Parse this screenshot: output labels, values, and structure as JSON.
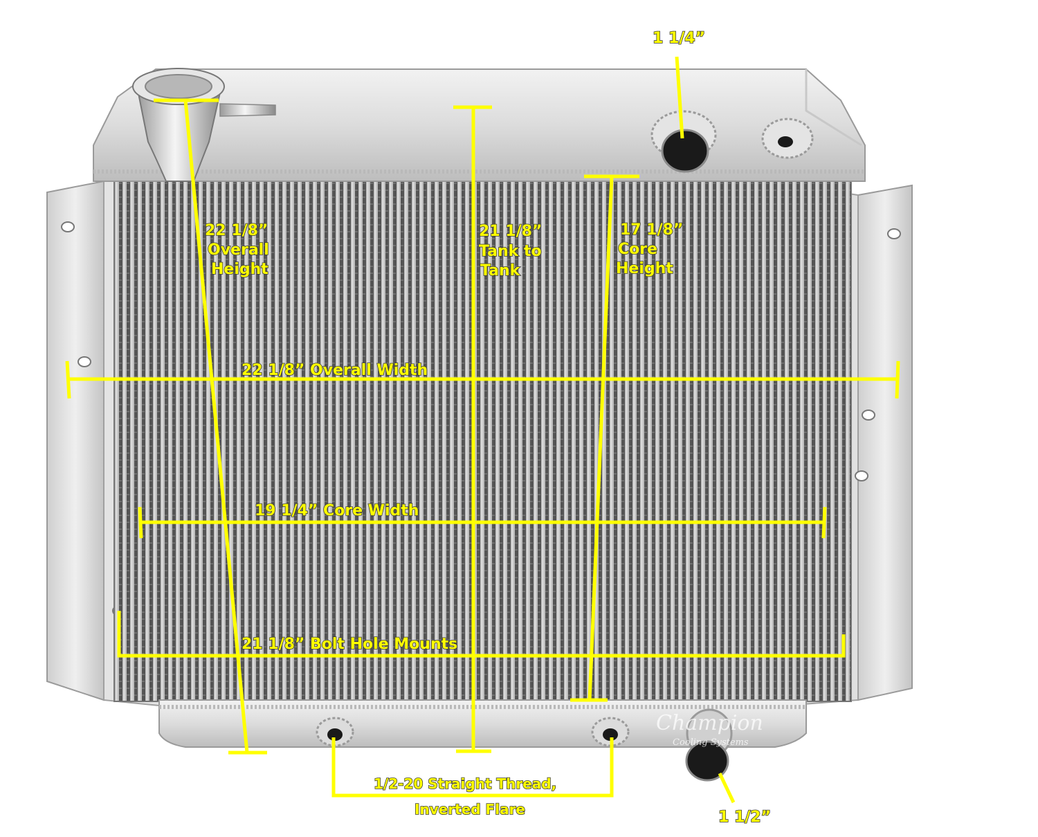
{
  "labels": {
    "upper_hose": "1 1/4”",
    "lower_hose": "1 1/2”",
    "overall_height_value": "22 1/8”",
    "overall_height_l1": "Overall",
    "overall_height_l2": "Height",
    "tank_to_tank_value": "21 1/8”",
    "tank_to_tank_l1": "Tank to",
    "tank_to_tank_l2": "Tank",
    "core_height_value": "17 1/8”",
    "core_height_l1": "Core",
    "core_height_l2": "Height",
    "overall_width": "22 1/8” Overall Width",
    "core_width": "19 1/4” Core Width",
    "bolt_holes": "21 1/8” Bolt Hole Mounts",
    "thread_l1": "1/2-20 Straight Thread,",
    "thread_l2": "Inverted Flare"
  },
  "brand": {
    "name": "Champion",
    "tagline": "Cooling Systems"
  },
  "colors": {
    "dimension_line": "#ffff00",
    "aluminum": "#d9d9d9",
    "background": "#ffffff"
  }
}
